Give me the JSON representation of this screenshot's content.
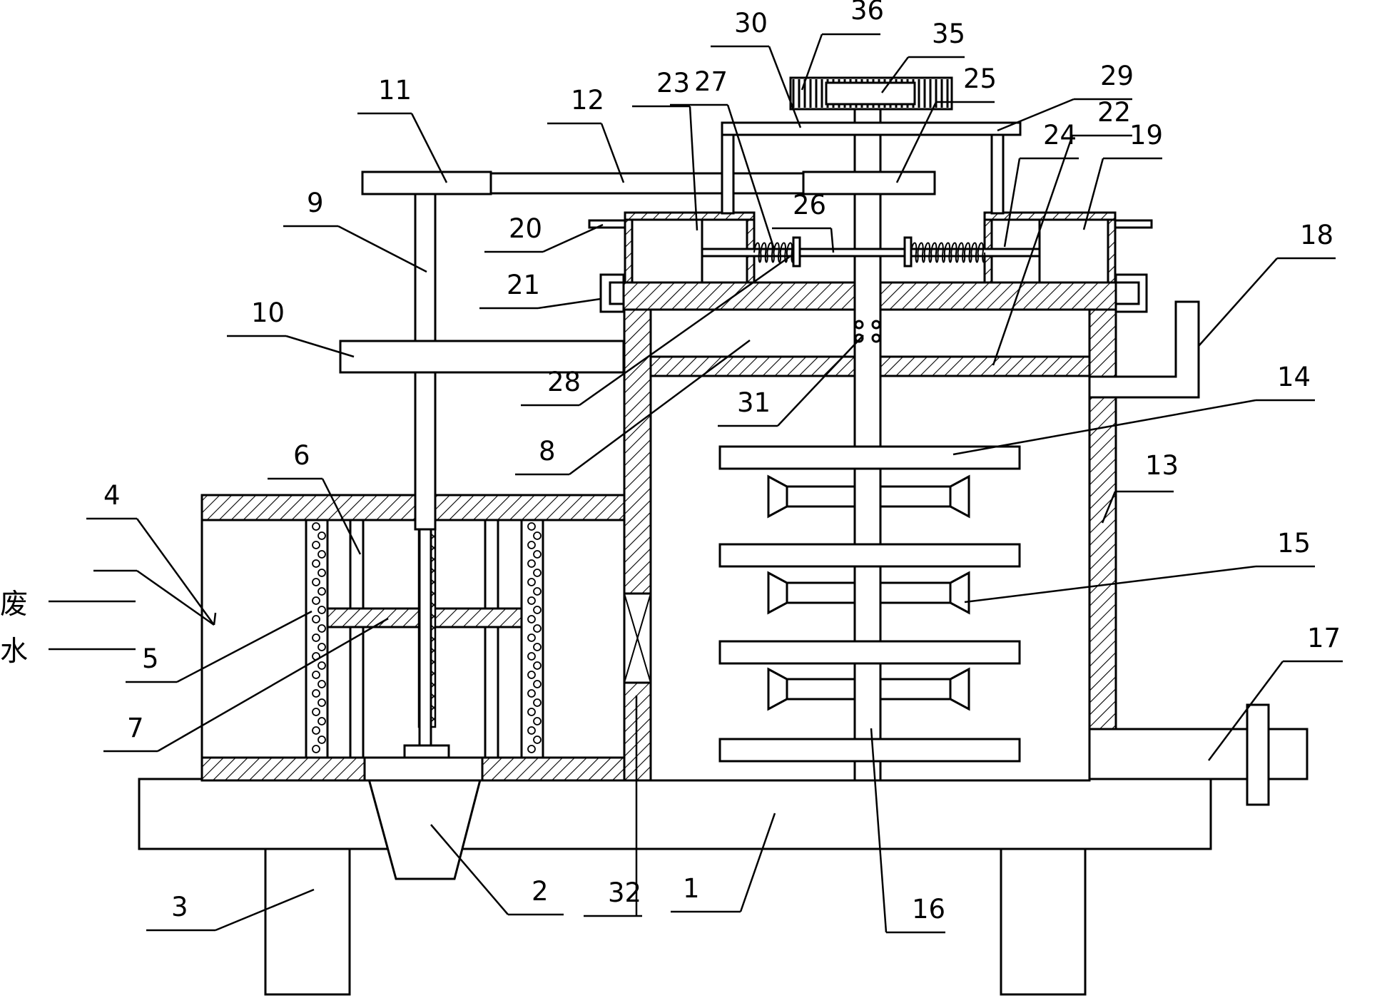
{
  "labels": {
    "l1": "1",
    "l2": "2",
    "l3": "3",
    "l4": "4",
    "l5": "5",
    "l6": "6",
    "l7": "7",
    "l8": "8",
    "l9": "9",
    "l10": "10",
    "l11": "11",
    "l12": "12",
    "l13": "13",
    "l14": "14",
    "l15": "15",
    "l16": "16",
    "l17": "17",
    "l18": "18",
    "l19": "19",
    "l20": "20",
    "l21": "21",
    "l22": "22",
    "l23": "23",
    "l24": "24",
    "l25": "25",
    "l26": "26",
    "l27": "27",
    "l28": "28",
    "l29": "29",
    "l30": "30",
    "l31": "31",
    "l32": "32",
    "l35": "35",
    "l36": "36"
  },
  "inlet": {
    "char1": "废",
    "char2": "水"
  }
}
